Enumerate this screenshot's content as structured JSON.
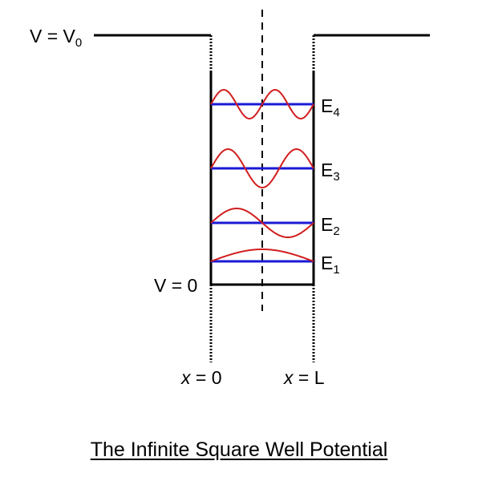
{
  "potential_labels": {
    "outside": "V = V",
    "outside_sub": "0",
    "inside": "V = 0"
  },
  "position_labels": {
    "left_var": "x",
    "left_eq": " = 0",
    "right_var": "x",
    "right_eq": " = L"
  },
  "energy_levels": [
    {
      "base": "E",
      "sub": "1",
      "n": 1
    },
    {
      "base": "E",
      "sub": "2",
      "n": 2
    },
    {
      "base": "E",
      "sub": "3",
      "n": 3
    },
    {
      "base": "E",
      "sub": "4",
      "n": 4
    }
  ],
  "caption": "The Infinite Square Well Potential",
  "colors": {
    "energy_level": "#1a1ad6",
    "wavefunction": "#d21e1e",
    "potential": "#000000"
  }
}
